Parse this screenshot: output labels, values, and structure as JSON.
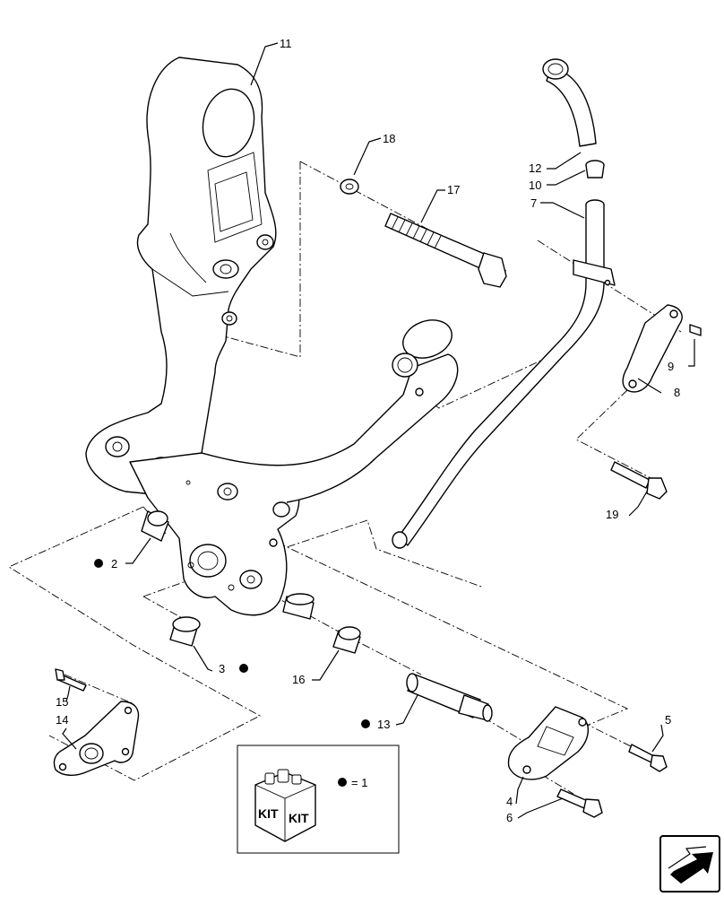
{
  "callouts": [
    {
      "id": "11",
      "text": "11"
    },
    {
      "id": "18",
      "text": "18"
    },
    {
      "id": "17",
      "text": "17"
    },
    {
      "id": "12",
      "text": "12"
    },
    {
      "id": "10",
      "text": "10"
    },
    {
      "id": "7",
      "text": "7"
    },
    {
      "id": "9",
      "text": "9"
    },
    {
      "id": "8",
      "text": "8"
    },
    {
      "id": "19",
      "text": "19"
    },
    {
      "id": "2",
      "text": "2"
    },
    {
      "id": "3",
      "text": "3"
    },
    {
      "id": "16",
      "text": "16"
    },
    {
      "id": "13",
      "text": "13"
    },
    {
      "id": "15",
      "text": "15"
    },
    {
      "id": "14",
      "text": "14"
    },
    {
      "id": "5",
      "text": "5"
    },
    {
      "id": "4",
      "text": "4"
    },
    {
      "id": "6",
      "text": "6"
    }
  ],
  "kit_box": {
    "label_left": "KIT",
    "label_right": "KIT",
    "legend": "= 1"
  },
  "icons": {
    "kit_marker": "filled-dot",
    "nav": "arrow-icon"
  }
}
